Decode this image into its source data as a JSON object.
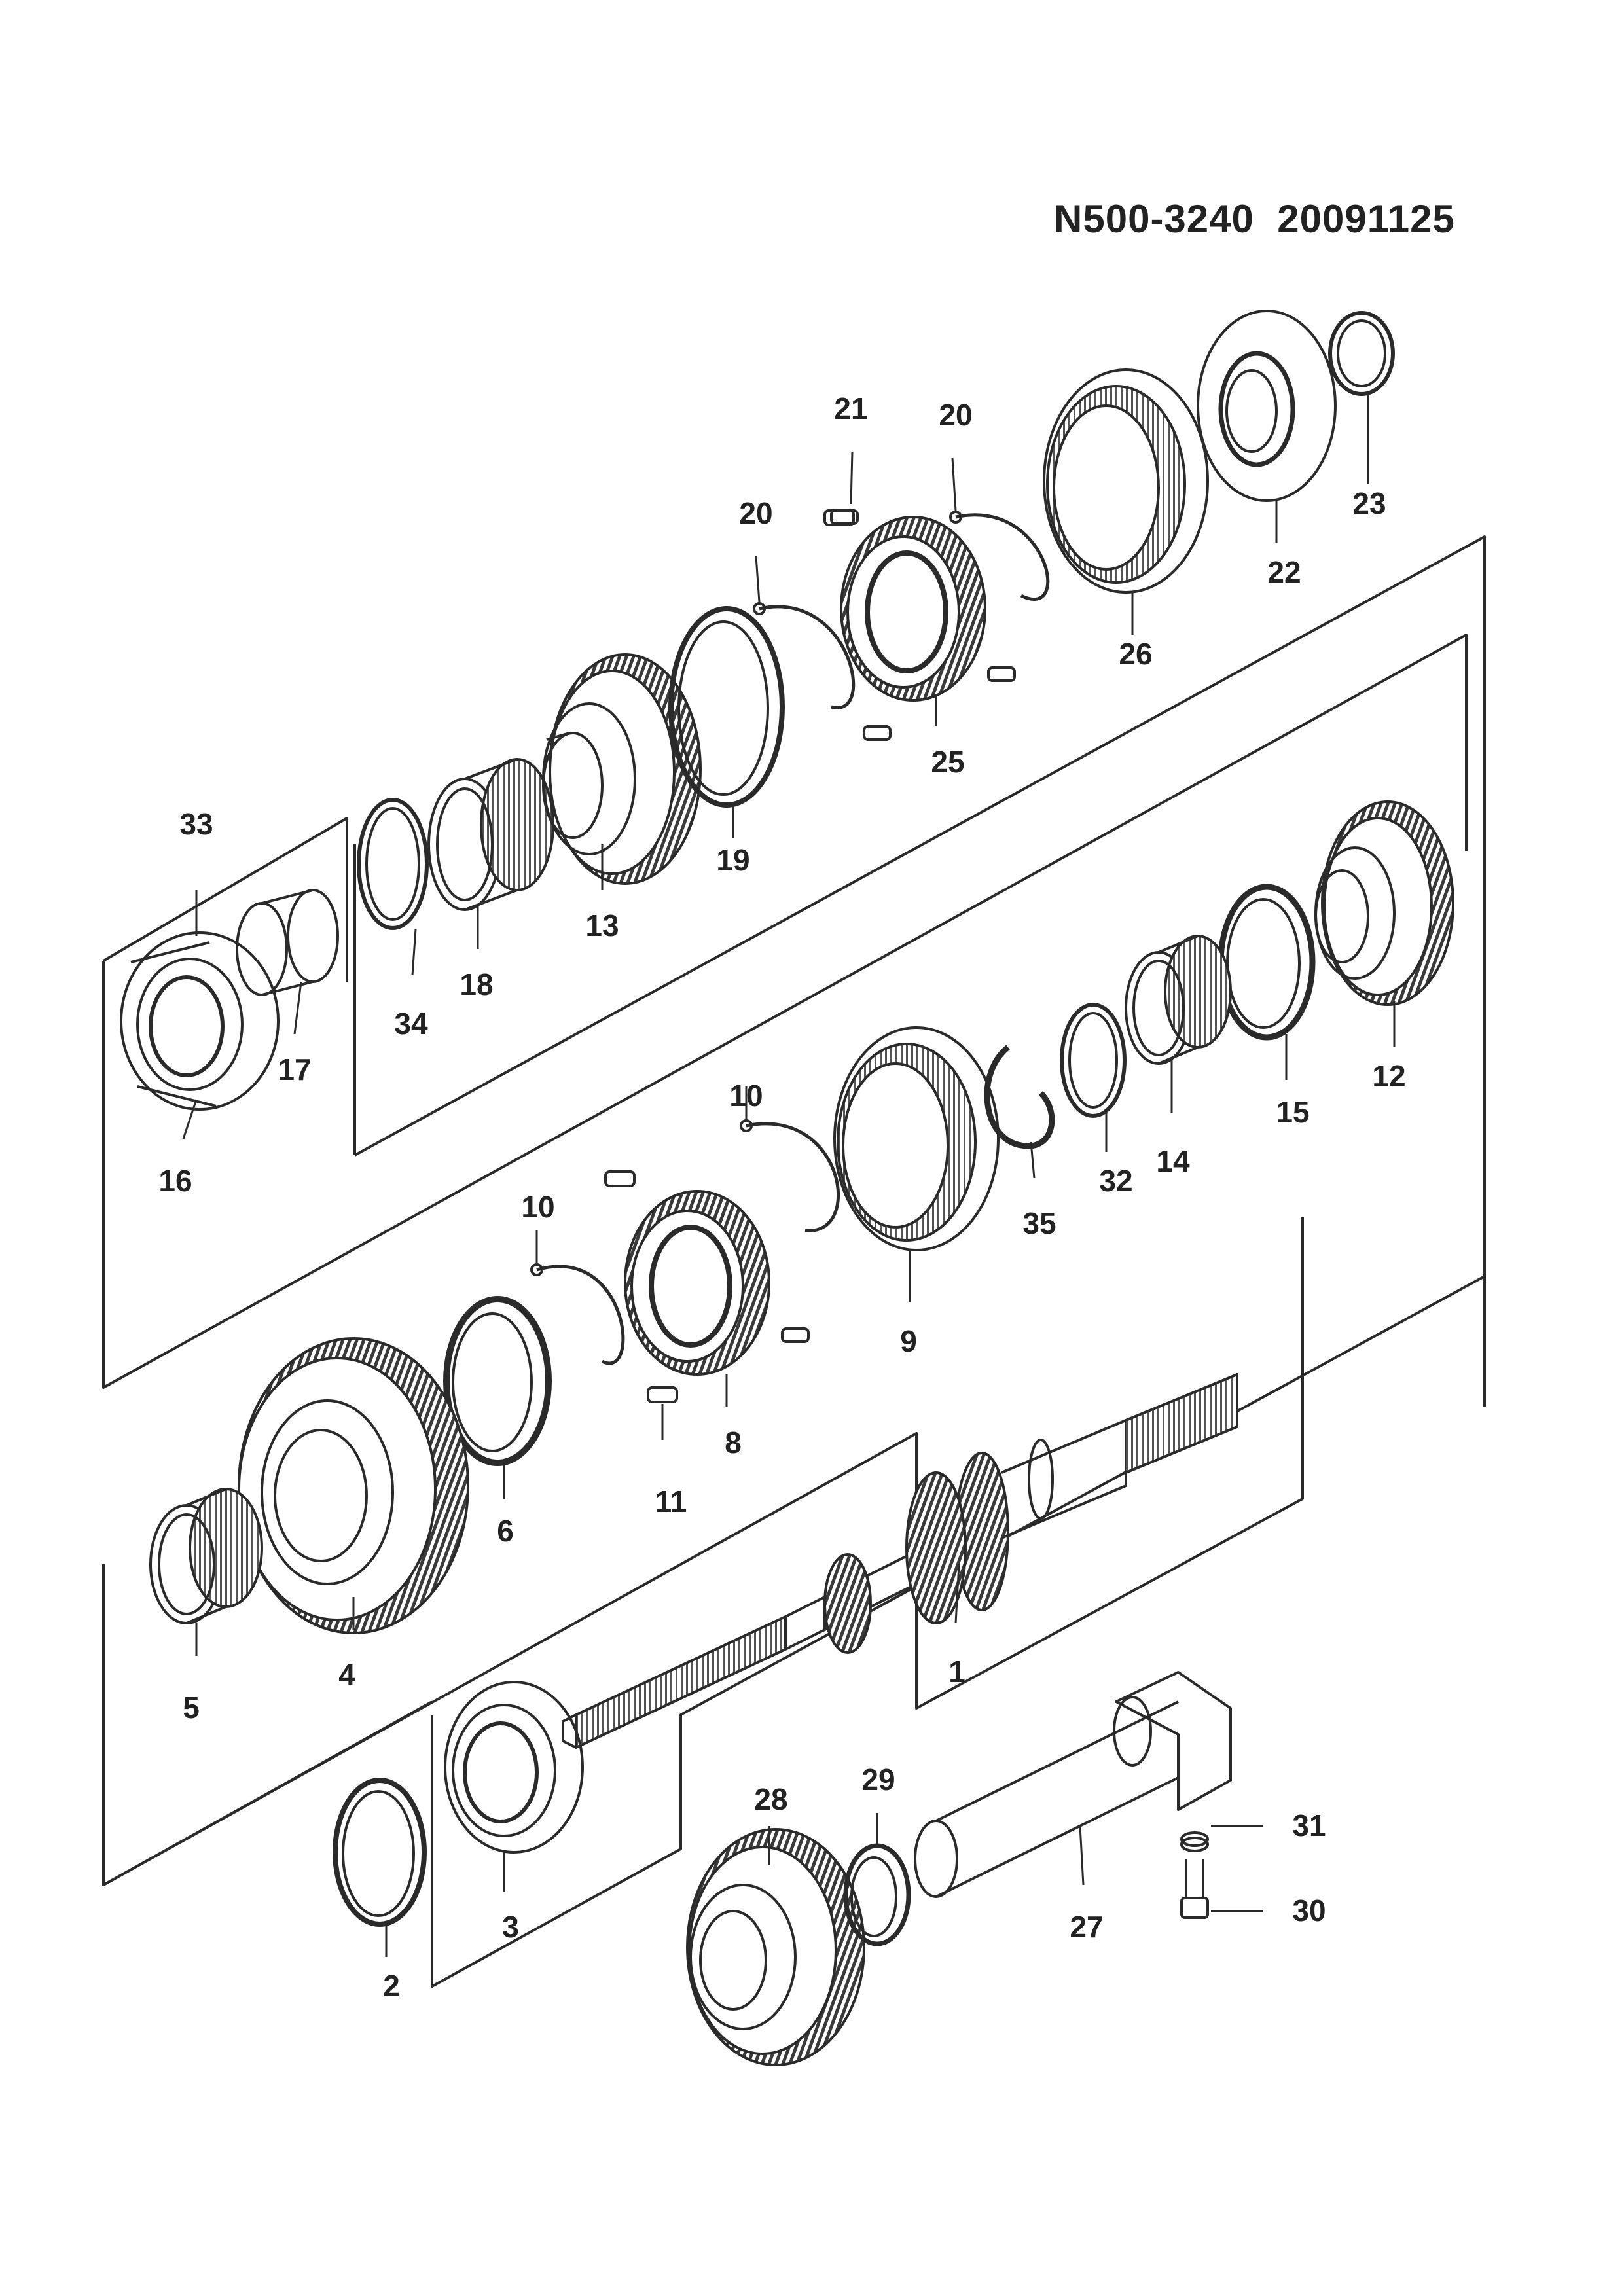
{
  "header": {
    "doc_code": "N500-3240",
    "doc_date": "20091125"
  },
  "parts": {
    "p1": "1",
    "p2": "2",
    "p3": "3",
    "p4": "4",
    "p5": "5",
    "p6": "6",
    "p8": "8",
    "p9": "9",
    "p10a": "10",
    "p10b": "10",
    "p11": "11",
    "p12": "12",
    "p13": "13",
    "p14": "14",
    "p15": "15",
    "p16": "16",
    "p17": "17",
    "p18": "18",
    "p19": "19",
    "p20a": "20",
    "p20b": "20",
    "p21": "21",
    "p22": "22",
    "p23": "23",
    "p25": "25",
    "p26": "26",
    "p27": "27",
    "p28": "28",
    "p29": "29",
    "p30": "30",
    "p31": "31",
    "p32": "32",
    "p33": "33",
    "p34": "34",
    "p35": "35"
  },
  "colors": {
    "line": "#2a2a2a",
    "label": "#222222",
    "paper": "#ffffff"
  }
}
